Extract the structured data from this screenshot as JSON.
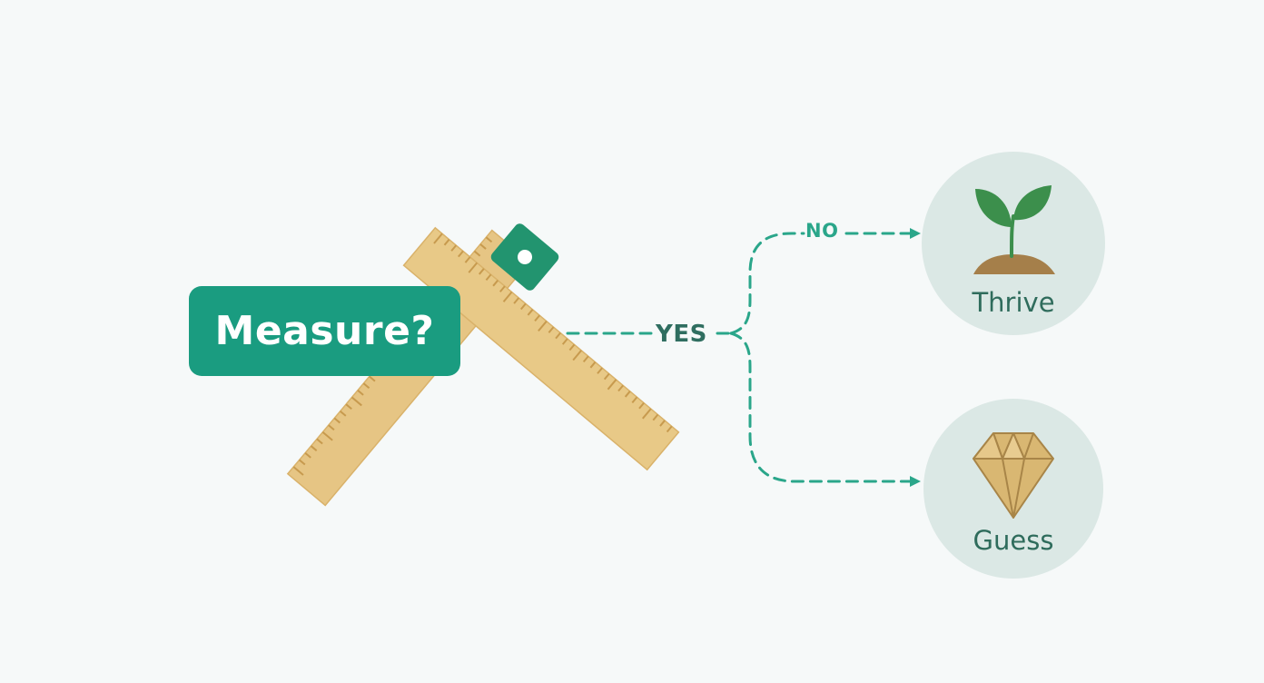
{
  "decision": {
    "label": "Measure?"
  },
  "edges": {
    "yes": "YES",
    "no": "NO"
  },
  "outcomes": [
    {
      "label": "Thrive",
      "icon": "sprout-icon"
    },
    {
      "label": "Guess",
      "icon": "gem-icon"
    }
  ],
  "colors": {
    "background": "#f6f9f9",
    "accent": "#1a9c80",
    "dashed_line": "#2aa68a",
    "circle_fill": "#dbe8e5",
    "ruler": "#e6c584",
    "ruler_tick": "#c79a4e",
    "gem": "#d9b772",
    "leaf": "#3c8f4c",
    "soil": "#a57f4a"
  }
}
